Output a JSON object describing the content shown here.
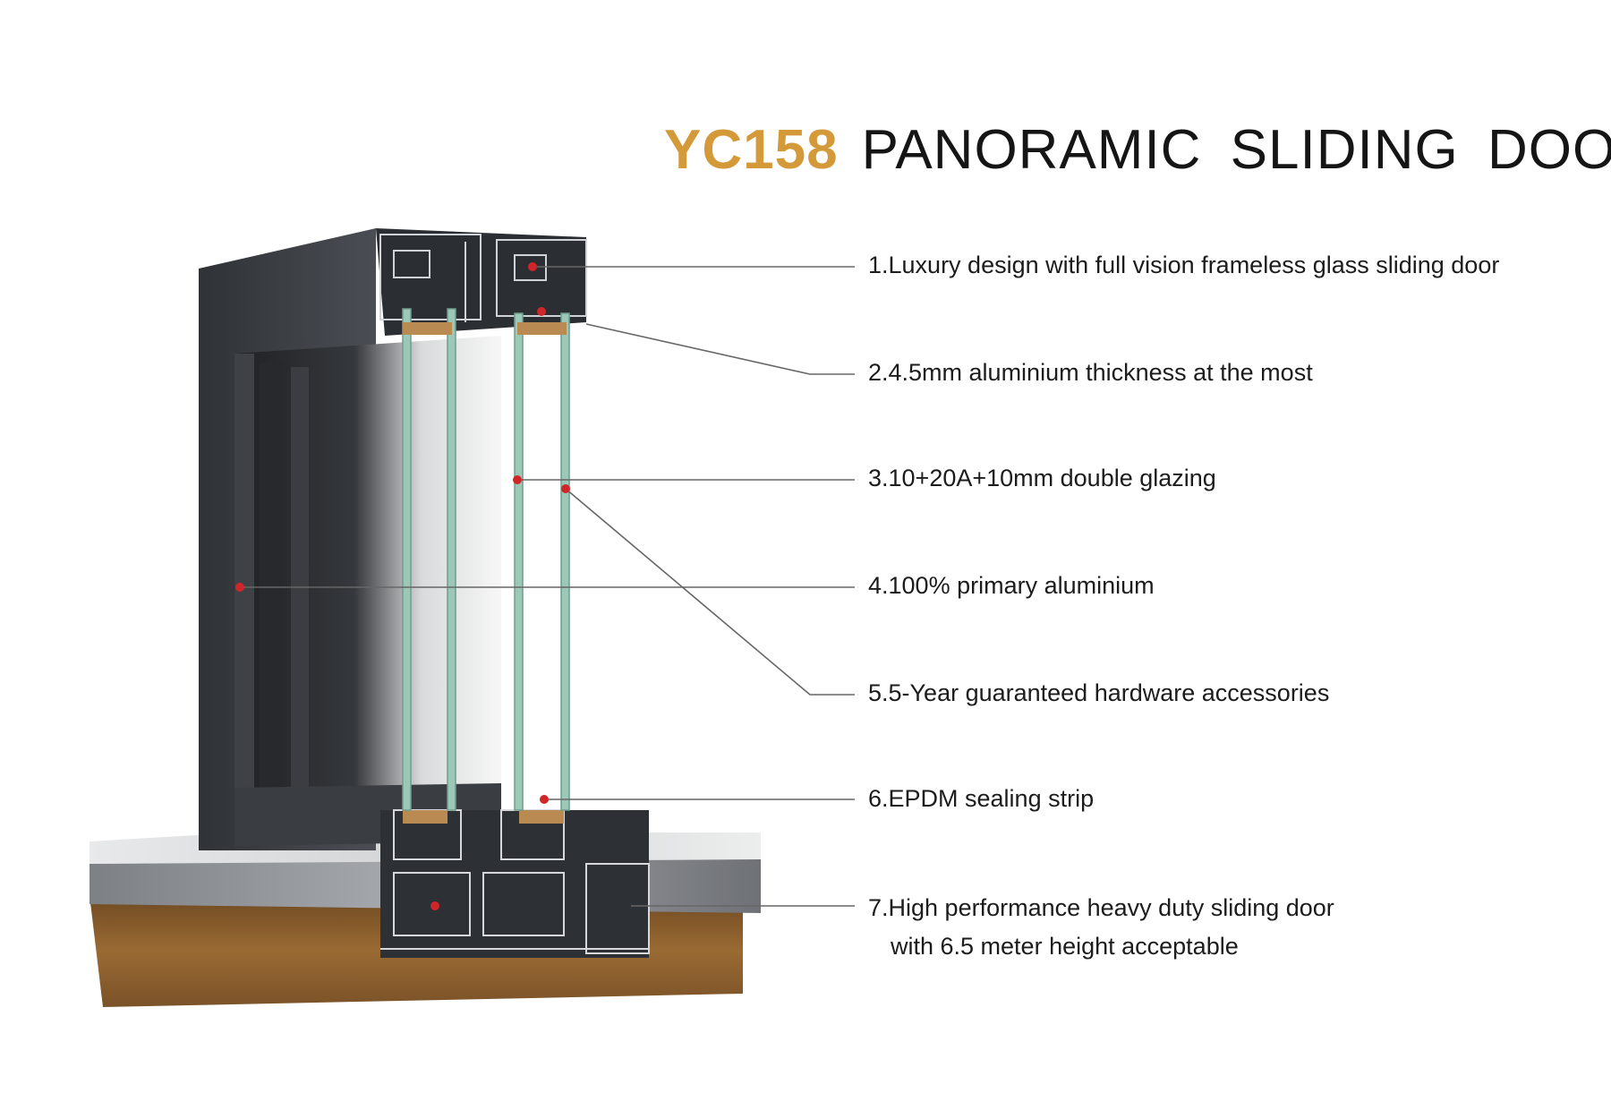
{
  "title": {
    "model": "YC158",
    "name": "PANORAMIC SLIDING DOOR",
    "model_color": "#d49a3a"
  },
  "features": [
    {
      "text": "1.Luxury design with full vision frameless glass sliding door"
    },
    {
      "text": "2.4.5mm aluminium thickness at the most"
    },
    {
      "text": "3.10+20A+10mm double glazing"
    },
    {
      "text": "4.100% primary aluminium"
    },
    {
      "text": "5.5-Year guaranteed hardware accessories"
    },
    {
      "text": "6.EPDM sealing strip"
    },
    {
      "text": "7.High performance heavy duty sliding door",
      "text2": "with 6.5 meter height acceptable"
    }
  ],
  "colors": {
    "frame": "#3a3d42",
    "glass": "#9cc8b8",
    "marker": "#d0262a",
    "soil": "#8a5a2b",
    "stone": "#c9ccd0"
  }
}
